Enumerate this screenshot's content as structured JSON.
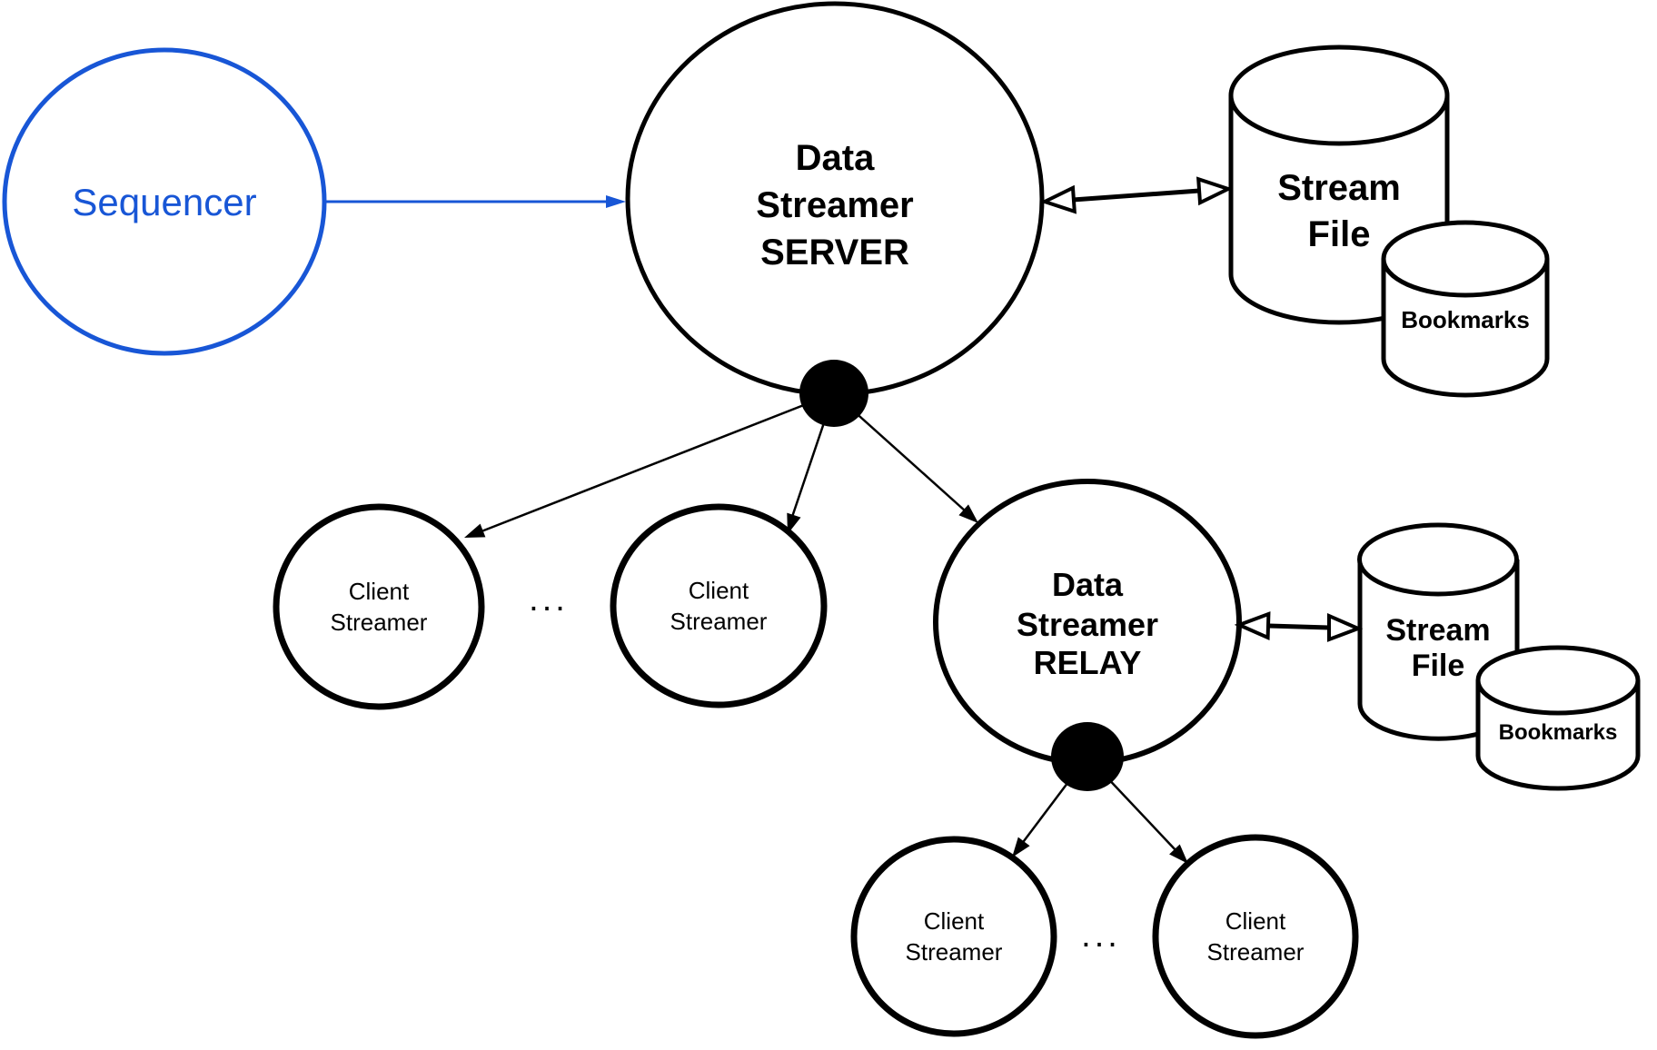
{
  "colors": {
    "accent_blue": "#1856d6",
    "ink": "#000000",
    "background": "#ffffff"
  },
  "nodes": {
    "sequencer": {
      "label": "Sequencer"
    },
    "data_streamer_server": {
      "lines": [
        "Data",
        "Streamer",
        "SERVER"
      ]
    },
    "data_streamer_relay": {
      "lines": [
        "Data",
        "Streamer",
        "RELAY"
      ]
    },
    "client_streamers": [
      {
        "lines": [
          "Client",
          "Streamer"
        ]
      },
      {
        "lines": [
          "Client",
          "Streamer"
        ]
      },
      {
        "lines": [
          "Client",
          "Streamer"
        ]
      },
      {
        "lines": [
          "Client",
          "Streamer"
        ]
      }
    ],
    "server_stream_file": {
      "lines": [
        "Stream",
        "File"
      ]
    },
    "server_bookmarks": {
      "label": "Bookmarks"
    },
    "relay_stream_file": {
      "lines": [
        "Stream",
        "File"
      ]
    },
    "relay_bookmarks": {
      "label": "Bookmarks"
    },
    "ellipsis_top": "...",
    "ellipsis_bottom": "..."
  }
}
